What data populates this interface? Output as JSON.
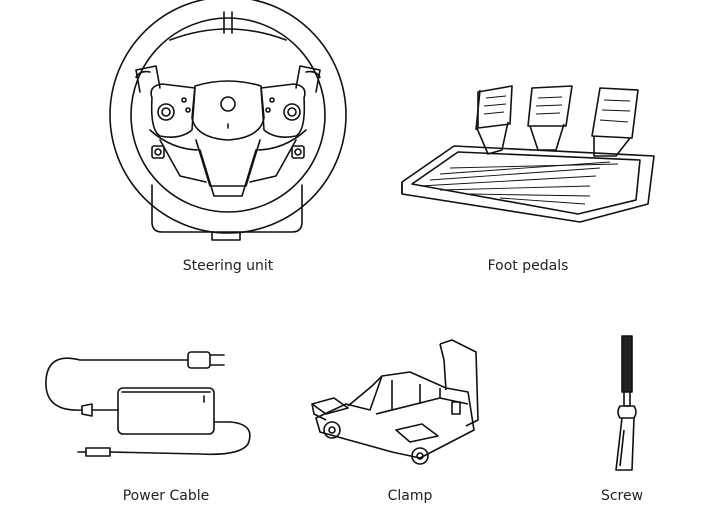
{
  "items": [
    {
      "id": "steering",
      "label": "Steering unit",
      "icon": "steering-wheel-icon"
    },
    {
      "id": "pedals",
      "label": "Foot pedals",
      "icon": "foot-pedals-icon"
    },
    {
      "id": "cable",
      "label": "Power Cable",
      "icon": "power-cable-icon"
    },
    {
      "id": "clamp",
      "label": "Clamp",
      "icon": "clamp-icon"
    },
    {
      "id": "screw",
      "label": "Screw",
      "icon": "screw-icon"
    }
  ]
}
